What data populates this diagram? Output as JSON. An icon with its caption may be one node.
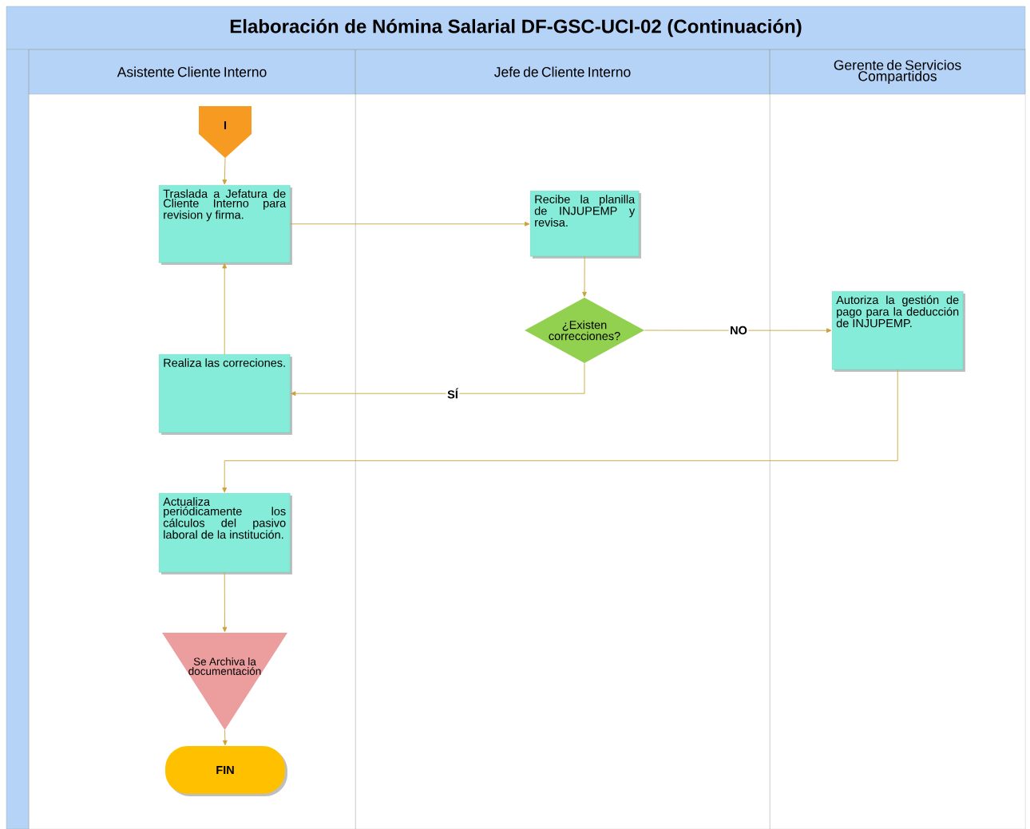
{
  "diagram": {
    "title": "Elaboración de Nómina Salarial DF-GSC-UCI-02 (Continuación)",
    "nodes": [
      {
        "text": [
          "Asistente Cliente Interno"
        ]
      },
      {
        "text": [
          "Jefe de Cliente Interno"
        ]
      },
      {
        "text": [
          "Gerente de Servicios Compartidos"
        ]
      },
      {
        "text": [
          "I"
        ],
        "in": 0
      },
      {
        "text": [
          "Traslada a Jefatura de Cliente Interno para revision y firma."
        ],
        "in": 0
      },
      {
        "text": [
          "Recibe la planilla de INJUPEMP y revisa."
        ],
        "in": 1
      },
      {
        "text": [
          "¿Existen correcciones?"
        ],
        "in": 1
      },
      {
        "text": [
          "Autoriza la gestión de pago para la deducción de INJUPEMP."
        ],
        "in": 2
      },
      {
        "text": [
          "Realiza las correciones."
        ],
        "in": 0
      },
      {
        "text": [
          "Actualiza periódicamente los cálculos del pasivo laboral de la institución."
        ],
        "in": 0
      },
      {
        "text": [
          "Se Archiva la documentación"
        ],
        "in": 0
      },
      {
        "text": [
          "FIN"
        ],
        "in": 0
      }
    ],
    "edges": [
      {
        "from": 3,
        "to": 4,
        "arrow": "to"
      },
      {
        "from": 4,
        "to": 5,
        "arrow": "to"
      },
      {
        "from": 5,
        "to": 6,
        "arrow": "to"
      },
      {
        "from": 6,
        "to": 7,
        "arrow": "to",
        "label": "NO"
      },
      {
        "from": 6,
        "to": 8,
        "arrow": "to",
        "label": "SÍ"
      },
      {
        "from": 8,
        "to": 4,
        "arrow": "to"
      },
      {
        "from": 7,
        "to": 9,
        "arrow": "to"
      },
      {
        "from": 9,
        "to": 10,
        "arrow": "to"
      },
      {
        "from": 10,
        "to": 11,
        "arrow": "to"
      }
    ]
  }
}
